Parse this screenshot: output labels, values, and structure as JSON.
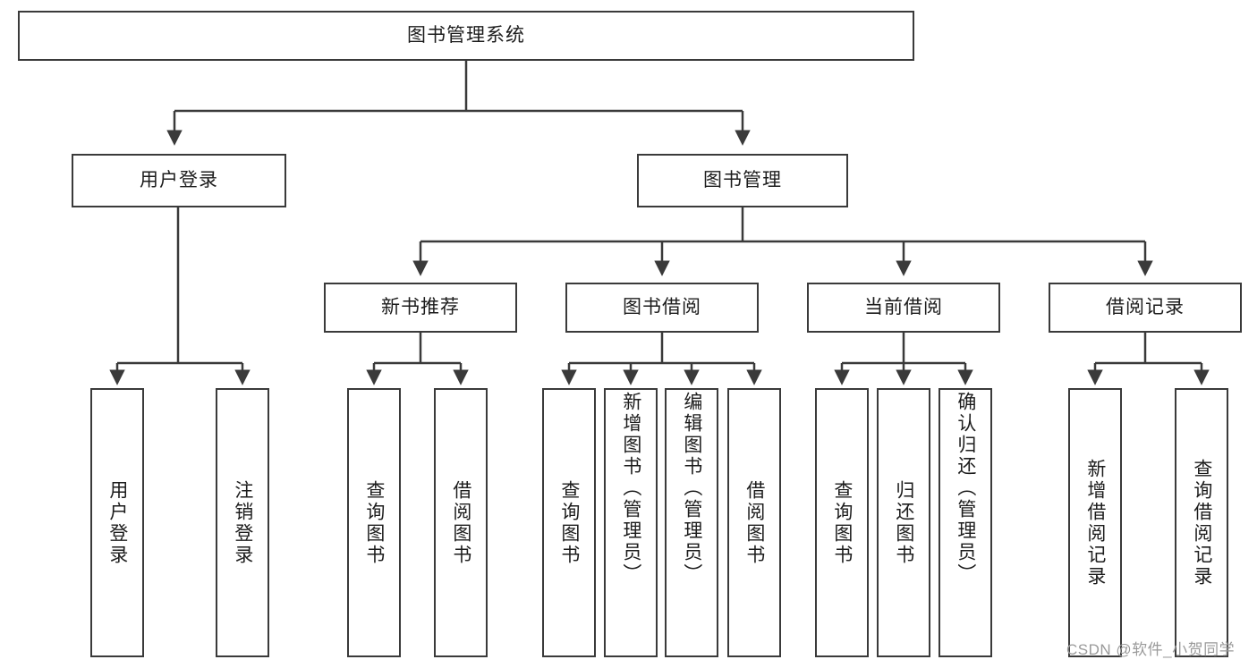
{
  "diagram": {
    "type": "tree",
    "title": "图书管理系统",
    "watermark": "CSDN @软件_小贺同学",
    "colors": {
      "box_border": "#3a3a3a",
      "box_fill": "#ffffff",
      "edge": "#3a3a3a",
      "text": "#1c1c1c",
      "watermark": "#9a9a9a"
    },
    "root": {
      "label": "图书管理系统"
    },
    "level2": [
      {
        "label": "用户登录"
      },
      {
        "label": "图书管理"
      }
    ],
    "level3": [
      {
        "label": "新书推荐"
      },
      {
        "label": "图书借阅"
      },
      {
        "label": "当前借阅"
      },
      {
        "label": "借阅记录"
      }
    ],
    "leaves": {
      "user_login": [
        {
          "label": "用户登录"
        },
        {
          "label": "注销登录"
        }
      ],
      "new_book_recommend": [
        {
          "label": "查询图书"
        },
        {
          "label": "借阅图书"
        }
      ],
      "book_borrow": [
        {
          "label": "查询图书"
        },
        {
          "label": "新增图书（管理员）"
        },
        {
          "label": "编辑图书（管理员）"
        },
        {
          "label": "借阅图书"
        }
      ],
      "current_borrow": [
        {
          "label": "查询图书"
        },
        {
          "label": "归还图书"
        },
        {
          "label": "确认归还（管理员）"
        }
      ],
      "borrow_record": [
        {
          "label": "新增借阅记录"
        },
        {
          "label": "查询借阅记录"
        }
      ]
    }
  }
}
